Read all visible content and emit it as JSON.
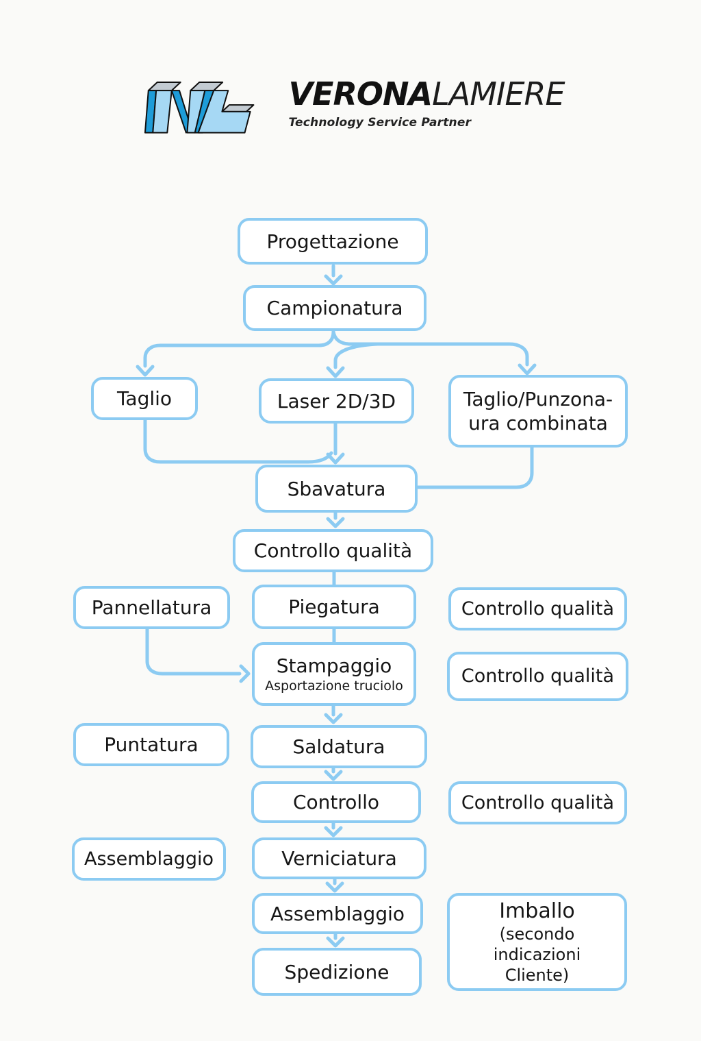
{
  "logo": {
    "wordmark_bold": "VERONA",
    "wordmark_light": "LAMIERE",
    "tagline": "Technology Service Partner"
  },
  "colors": {
    "accent": "#8CCBF2",
    "text": "#161616",
    "background": "#FAFAF8",
    "logo_front": "#A6D8F4",
    "logo_side": "#1E9CD8",
    "logo_top": "#C3CBD2"
  },
  "nodes": {
    "progettazione": {
      "label": "Progettazione"
    },
    "campionatura": {
      "label": "Campionatura"
    },
    "taglio": {
      "label": "Taglio"
    },
    "laser": {
      "label": "Laser 2D/3D"
    },
    "taglio_punzonatura": {
      "line1": "Taglio/Punzona-",
      "line2": "ura combinata"
    },
    "sbavatura": {
      "label": "Sbavatura"
    },
    "controllo_qualita": {
      "label": "Controllo qualità"
    },
    "pannellatura": {
      "label": "Pannellatura"
    },
    "piegatura": {
      "label": "Piegatura"
    },
    "cq_piegatura": {
      "label": "Controllo qualità"
    },
    "stampaggio": {
      "label": "Stampaggio",
      "sublabel": "Asportazione truciolo"
    },
    "cq_stampaggio": {
      "label": "Controllo qualità"
    },
    "puntatura": {
      "label": "Puntatura"
    },
    "saldatura": {
      "label": "Saldatura"
    },
    "controllo": {
      "label": "Controllo"
    },
    "cq_controllo": {
      "label": "Controllo qualità"
    },
    "assemblaggio_left": {
      "label": "Assemblaggio"
    },
    "verniciatura": {
      "label": "Verniciatura"
    },
    "assemblaggio": {
      "label": "Assemblaggio"
    },
    "imballo": {
      "line1": "Imballo",
      "line2": "(secondo indicazioni",
      "line3": "Cliente)"
    },
    "spedizione": {
      "label": "Spedizione"
    }
  }
}
